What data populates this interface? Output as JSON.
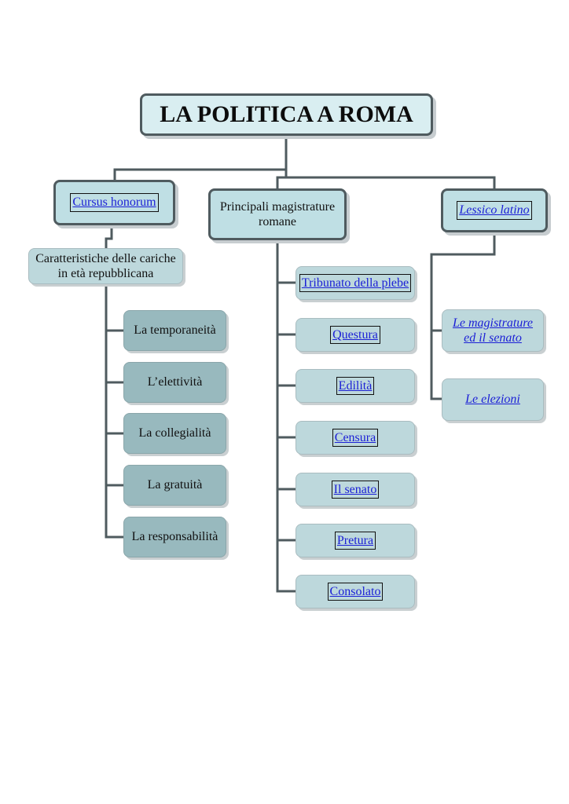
{
  "title": "LA POLITICA A ROMA",
  "branches": {
    "cursus": {
      "label": "Cursus honorum",
      "sub_label": "Caratteristiche delle cariche in età repubblicana",
      "items": [
        "La temporaneità",
        "L’elettività",
        "La collegialità",
        "La gratuità",
        "La responsabilità"
      ]
    },
    "magistrature": {
      "label": "Principali magistrature romane",
      "items": [
        "Tribunato della plebe",
        "Questura",
        "Edilità",
        "Censura",
        "Il senato",
        "Pretura",
        "Consolato"
      ]
    },
    "lessico": {
      "label": "Lessico latino",
      "items": [
        "Le magistrature ed il senato",
        "Le elezioni"
      ]
    }
  },
  "colors": {
    "connector": "#4f5b5f",
    "link": "#1b1fd6",
    "box_light": "#bdd8dc",
    "box_dark": "#98b9be",
    "title_fill": "#d9eef1"
  }
}
